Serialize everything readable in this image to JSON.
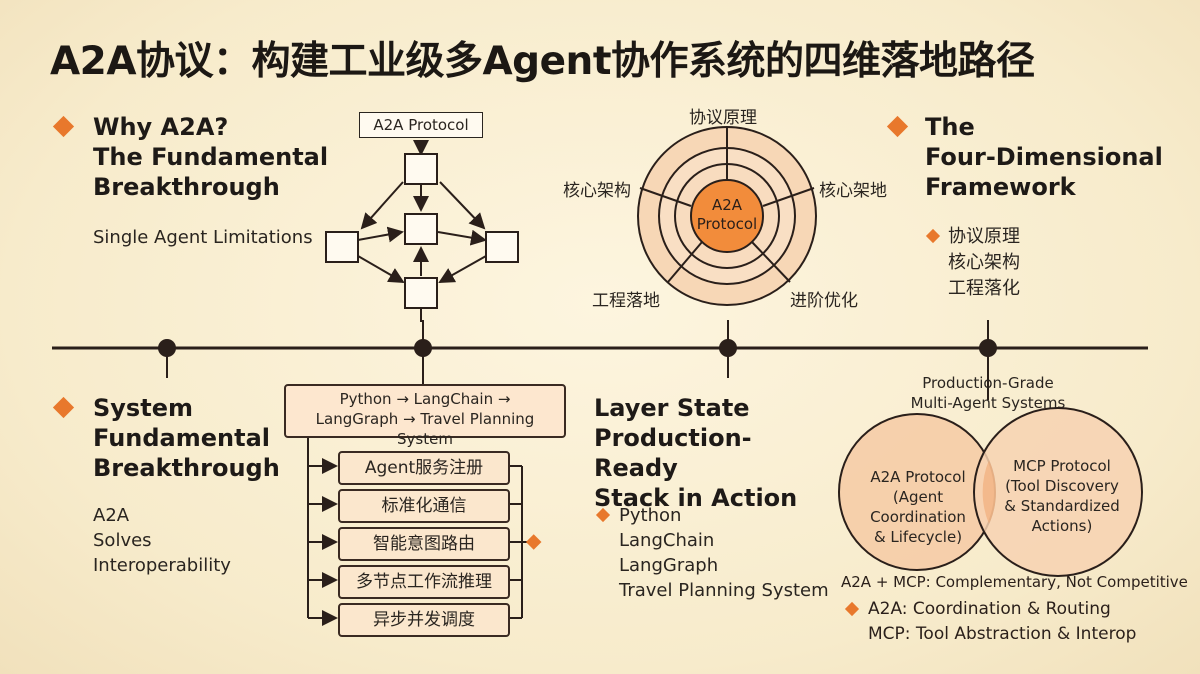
{
  "title": "A2A协议：构建工业级多Agent协作系统的四维落地路径",
  "topLeft": {
    "heading": [
      "Why A2A?",
      "The Fundamental",
      "Breakthrough"
    ],
    "body": "Single Agent Limitations"
  },
  "network": {
    "label": "A2A Protocol"
  },
  "radial": {
    "center": [
      "A2A",
      "Protocol"
    ],
    "labels": {
      "top": "协议原理",
      "left": "核心架构",
      "right": "核心架地",
      "bottomLeft": "工程落地",
      "bottomRight": "进阶优化"
    }
  },
  "topRight": {
    "heading": [
      "The",
      "Four-Dimensional",
      "Framework"
    ],
    "items": [
      "协议原理",
      "核心架构",
      "工程落化"
    ]
  },
  "bottomLeft": {
    "heading": [
      "System",
      "Fundamental",
      "Breakthrough"
    ],
    "body": [
      "A2A",
      "Solves",
      "Interoperability"
    ]
  },
  "flow": {
    "header": [
      "Python → LangChain →",
      "LangGraph → Travel Planning System"
    ],
    "steps": [
      "Agent服务注册",
      "标准化通信",
      "智能意图路由",
      "多节点工作流推理",
      "异步并发调度"
    ]
  },
  "layer": {
    "heading": [
      "Layer State",
      "Production-Ready",
      "Stack in Action"
    ],
    "items": [
      "Python",
      "LangChain",
      "LangGraph",
      "Travel Planning System"
    ]
  },
  "venn": {
    "title": [
      "Production-Grade",
      "Multi-Agent Systems"
    ],
    "left": [
      "A2A Protocol",
      "(Agent Coordination",
      "& Lifecycle)"
    ],
    "right": [
      "MCP Protocol",
      "(Tool Discovery",
      "& Standardized",
      "Actions)"
    ],
    "caption": "A2A + MCP: Complementary, Not Competitive",
    "notes": [
      "A2A: Coordination & Routing",
      "MCP: Tool Abstraction & Interop"
    ]
  },
  "colors": {
    "accent": "#e8782c",
    "ink": "#2a1f1a",
    "peach": "#f7c9a2",
    "background": "#f9efd4"
  }
}
